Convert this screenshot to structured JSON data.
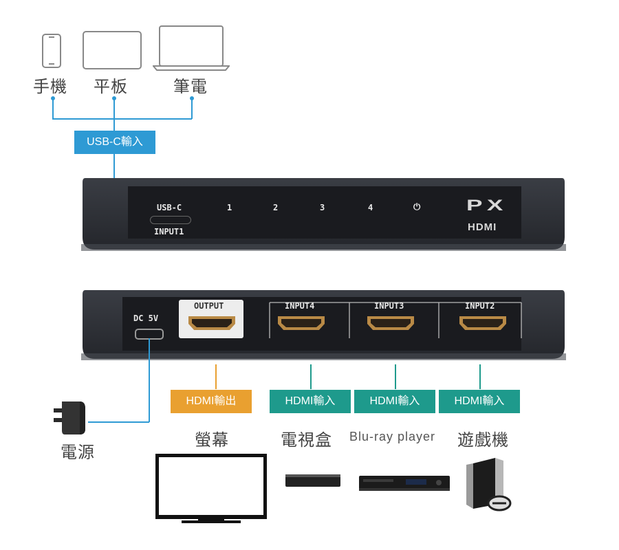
{
  "sources": [
    {
      "id": "phone",
      "label": "手機",
      "icon": "smartphone-icon"
    },
    {
      "id": "tablet",
      "label": "平板",
      "icon": "tablet-icon"
    },
    {
      "id": "laptop",
      "label": "筆電",
      "icon": "laptop-icon"
    }
  ],
  "usbc_tag": "USB-C輸入",
  "front": {
    "usbc": "USB-C",
    "input1": "INPUT1",
    "buttons": [
      "1",
      "2",
      "3",
      "4"
    ],
    "power_glyph": "⏻",
    "brand_px": "PX",
    "brand_hdmi": "HDMI"
  },
  "back": {
    "dc": "DC 5V",
    "output": "OUTPUT",
    "inputs": [
      "INPUT4",
      "INPUT3",
      "INPUT2"
    ]
  },
  "tags": {
    "output": "HDMI輸出",
    "input_a": "HDMI輸入",
    "input_b": "HDMI輸入",
    "input_c": "HDMI輸入"
  },
  "devices": {
    "power": "電源",
    "monitor": "螢幕",
    "tvbox": "電視盒",
    "bluray": "Blu-ray player",
    "console": "遊戲機"
  },
  "colors": {
    "teal": "#1e9a8c",
    "orange": "#e9a030",
    "blue": "#2e9ad4",
    "body": "#2b2d33"
  }
}
